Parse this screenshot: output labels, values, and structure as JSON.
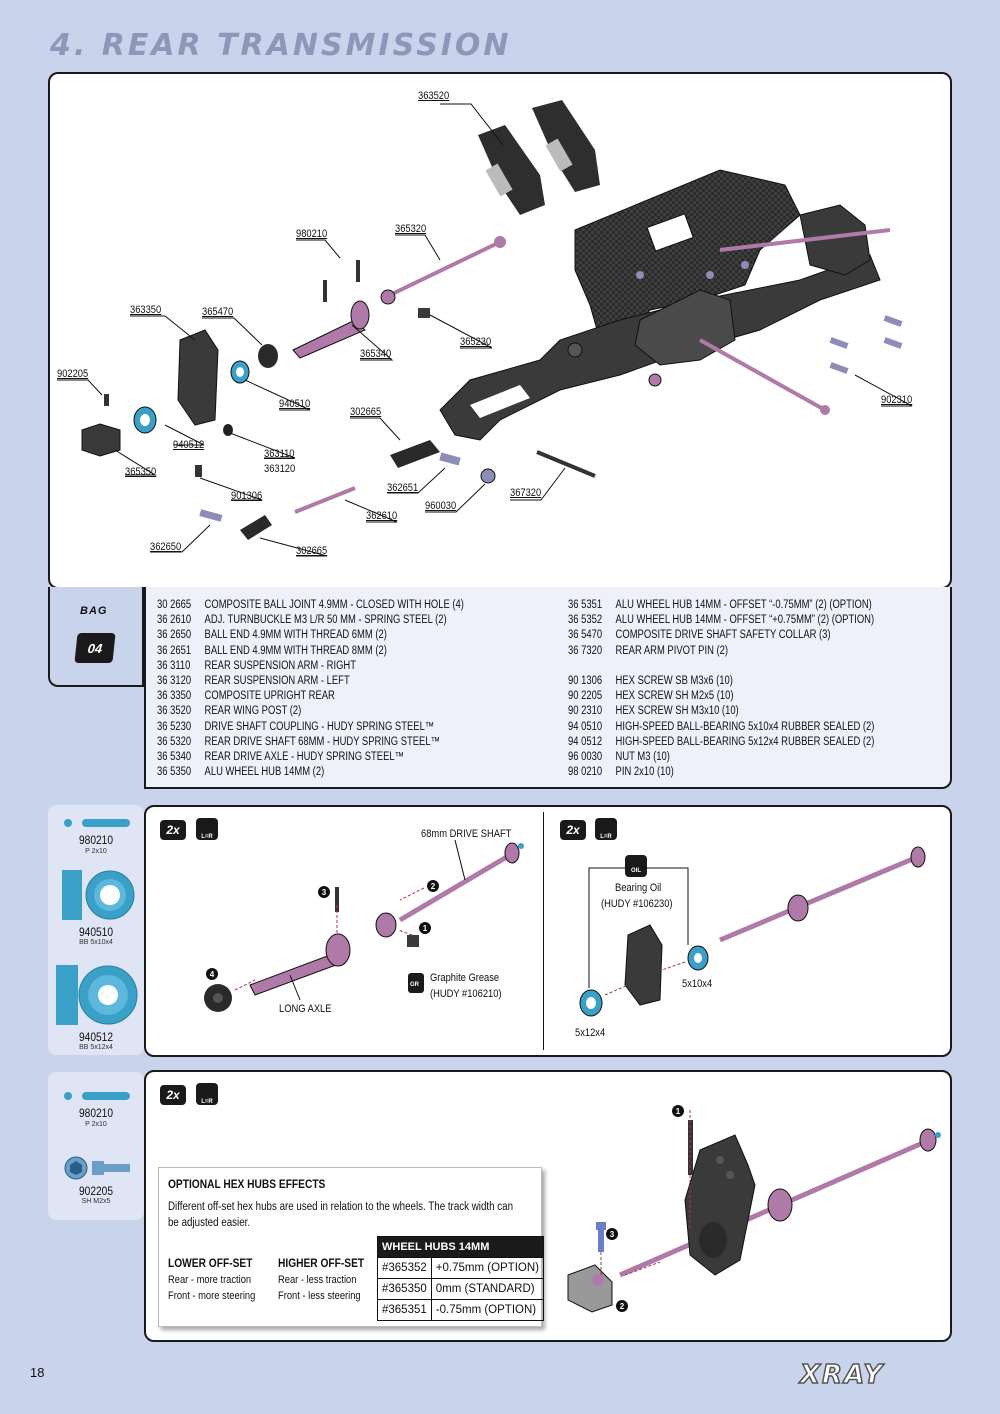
{
  "page": {
    "title": "4. REAR TRANSMISSION",
    "page_number": "18",
    "logo_text": "XRAY"
  },
  "exploded_view": {
    "labels": {
      "l363520": "363520",
      "l980210": "980210",
      "l365320": "365320",
      "l363350": "363350",
      "l365470": "365470",
      "l902205": "902205",
      "l365340": "365340",
      "l365230": "365230",
      "l940510": "940510",
      "l302665a": "302665",
      "l940512": "940512",
      "l363110": "363110",
      "l363120": "363120",
      "l365350": "365350",
      "l901306": "901306",
      "l362651": "362651",
      "l960030": "960030",
      "l367320": "367320",
      "l362610": "362610",
      "l362650": "362650",
      "l302665b": "302665",
      "l902310": "902310"
    }
  },
  "bag": {
    "word": "BAG",
    "number": "04"
  },
  "parts_left": [
    {
      "code": "30 2665",
      "desc": "COMPOSITE BALL JOINT 4.9MM - CLOSED WITH HOLE (4)"
    },
    {
      "code": "36 2610",
      "desc": "ADJ. TURNBUCKLE M3 L/R 50 MM  - SPRING STEEL (2)"
    },
    {
      "code": "36 2650",
      "desc": "BALL END 4.9MM WITH THREAD 6MM (2)"
    },
    {
      "code": "36 2651",
      "desc": "BALL END 4.9MM WITH THREAD 8MM (2)"
    },
    {
      "code": "36 3110",
      "desc": "REAR SUSPENSION ARM - RIGHT"
    },
    {
      "code": "36 3120",
      "desc": "REAR SUSPENSION ARM - LEFT"
    },
    {
      "code": "36 3350",
      "desc": "COMPOSITE UPRIGHT REAR"
    },
    {
      "code": "36 3520",
      "desc": "REAR WING POST (2)"
    },
    {
      "code": "36 5230",
      "desc": "DRIVE SHAFT COUPLING  - HUDY SPRING STEEL™"
    },
    {
      "code": "36 5320",
      "desc": "REAR DRIVE SHAFT 68MM - HUDY SPRING STEEL™"
    },
    {
      "code": "36 5340",
      "desc": "REAR DRIVE AXLE - HUDY SPRING STEEL™"
    },
    {
      "code": "36 5350",
      "desc": "ALU WHEEL HUB 14MM (2)"
    }
  ],
  "parts_right_a": [
    {
      "code": "36 5351",
      "desc": "ALU WHEEL HUB 14MM - OFFSET “-0.75MM” (2) (OPTION)"
    },
    {
      "code": "36 5352",
      "desc": "ALU WHEEL HUB 14MM - OFFSET “+0.75MM” (2) (OPTION)"
    },
    {
      "code": "36 5470",
      "desc": "COMPOSITE DRIVE SHAFT SAFETY COLLAR (3)"
    },
    {
      "code": "36 7320",
      "desc": "REAR ARM PIVOT PIN (2)"
    }
  ],
  "parts_right_b": [
    {
      "code": "90 1306",
      "desc": "HEX SCREW  SB M3x6  (10)"
    },
    {
      "code": "90 2205",
      "desc": "HEX SCREW  SH M2x5  (10)"
    },
    {
      "code": "90 2310",
      "desc": "HEX SCREW  SH M3x10  (10)"
    },
    {
      "code": "94 0510",
      "desc": "HIGH-SPEED BALL-BEARING 5x10x4 RUBBER SEALED  (2)"
    },
    {
      "code": "94 0512",
      "desc": "HIGH-SPEED BALL-BEARING 5x12x4 RUBBER SEALED  (2)"
    },
    {
      "code": "96 0030",
      "desc": "NUT M3  (10)"
    },
    {
      "code": "98 0210",
      "desc": "PIN 2x10  (10)"
    }
  ],
  "sidebar1": {
    "p1_code": "980210",
    "p1_sub": "P 2x10",
    "p2_code": "940510",
    "p2_sub": "BB 5x10x4",
    "p3_code": "940512",
    "p3_sub": "BB 5x12x4"
  },
  "sidebar2": {
    "p1_code": "980210",
    "p1_sub": "P 2x10",
    "p2_code": "902205",
    "p2_sub": "SH M2x5"
  },
  "step1": {
    "qty": "2x",
    "lr": "L=R",
    "drive_shaft": "68mm DRIVE SHAFT",
    "long_axle": "LONG AXLE",
    "grease": "Graphite Grease",
    "grease_ref": "(HUDY #106210)",
    "gr": "GR",
    "n1": "1",
    "n2": "2",
    "n3": "3",
    "n4": "4"
  },
  "step2": {
    "qty": "2x",
    "lr": "L=R",
    "oil_icon": "OIL",
    "oil": "Bearing Oil",
    "oil_ref": "(HUDY #106230)",
    "b1": "5x10x4",
    "b2": "5x12x4"
  },
  "step3": {
    "qty": "2x",
    "lr": "L=R",
    "n1": "1",
    "n2": "2",
    "n3": "3",
    "info_title": "OPTIONAL HEX HUBS EFFECTS",
    "info_text": "Different off-set hex hubs are used in relation to the wheels. The track width can be adjusted easier.",
    "lower_h": "LOWER OFF-SET",
    "lower_1": "Rear - more traction",
    "lower_2": "Front - more steering",
    "higher_h": "HIGHER OFF-SET",
    "higher_1": "Rear - less traction",
    "higher_2": "Front - less steering",
    "table_head": "WHEEL HUBS 14MM",
    "rows": [
      {
        "code": "#365352",
        "val": "+0.75mm (OPTION)"
      },
      {
        "code": "#365350",
        "val": "0mm    (STANDARD)"
      },
      {
        "code": "#365351",
        "val": "-0.75mm   (OPTION)"
      }
    ]
  },
  "colors": {
    "background": "#c9d3ec",
    "part_pink": "#b07aa8",
    "part_dark": "#3a3a3a",
    "bearing_blue": "#3aa0c8"
  }
}
